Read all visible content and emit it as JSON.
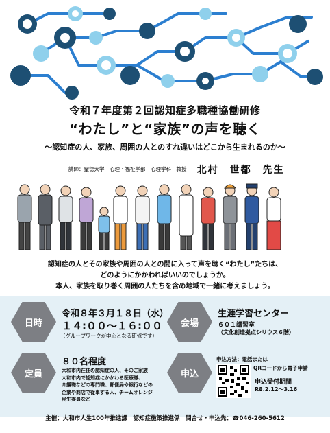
{
  "header": {
    "subtitle": "令和７年度第２回認知症多職種協働研修",
    "title": "“わたし”と“家族”の声を聴く",
    "tagline": "～認知症の人、家族、周囲の人とのすれ違いはどこから生まれるのか～"
  },
  "lecturer": {
    "affiliation": "講師：聖徳大学　心理・福祉学部　心理学科　教授",
    "name": "北村　世都　先生"
  },
  "description": {
    "lines": [
      "認知症の人とその家族や周囲の人との間に入って声を聴く“わたし”たちは、",
      "どのようにかかわればいいのでしょうか。",
      "本人、家族を取り巻く周囲の人たちを含め地域で一緒に考えましょう。"
    ]
  },
  "info": {
    "date_label": "日時",
    "date": "令和８年３月１８日（水）",
    "time": "１４:００～１６:００",
    "date_note": "（グループワークが中心となる研修です）",
    "venue_label": "会場",
    "venue": "生涯学習センター",
    "venue_room": "６０１講習室",
    "venue_sub": "（文化創造拠点シリウス６階）",
    "capacity_label": "定員",
    "capacity": "８０名程度",
    "capacity_lines": [
      "大和市内在住の認知症の人、そのご家族",
      "大和市内で認知症にかかわる医療職、",
      "介護職などの専門職、郵便局や銀行などの",
      "企業や商店で従事する人、チームオレンジ",
      "民生委員など"
    ],
    "apply_label": "申込",
    "apply_method": "申込方法：電話または",
    "apply_method2": "QRコードから電子申請",
    "apply_period_label": "申込受付期間",
    "apply_period": "R8.2.12～3.16"
  },
  "footer": {
    "text": "主催：大和市人生100年推進課　認知症施策推進係　問合せ・申込先：☎046-260-5612"
  },
  "colors": {
    "navy": "#1d4f73",
    "sky": "#8fd0ec",
    "line": "#2c7fd0",
    "hex": "#7d7f84",
    "panel": "#e4f0f6"
  }
}
